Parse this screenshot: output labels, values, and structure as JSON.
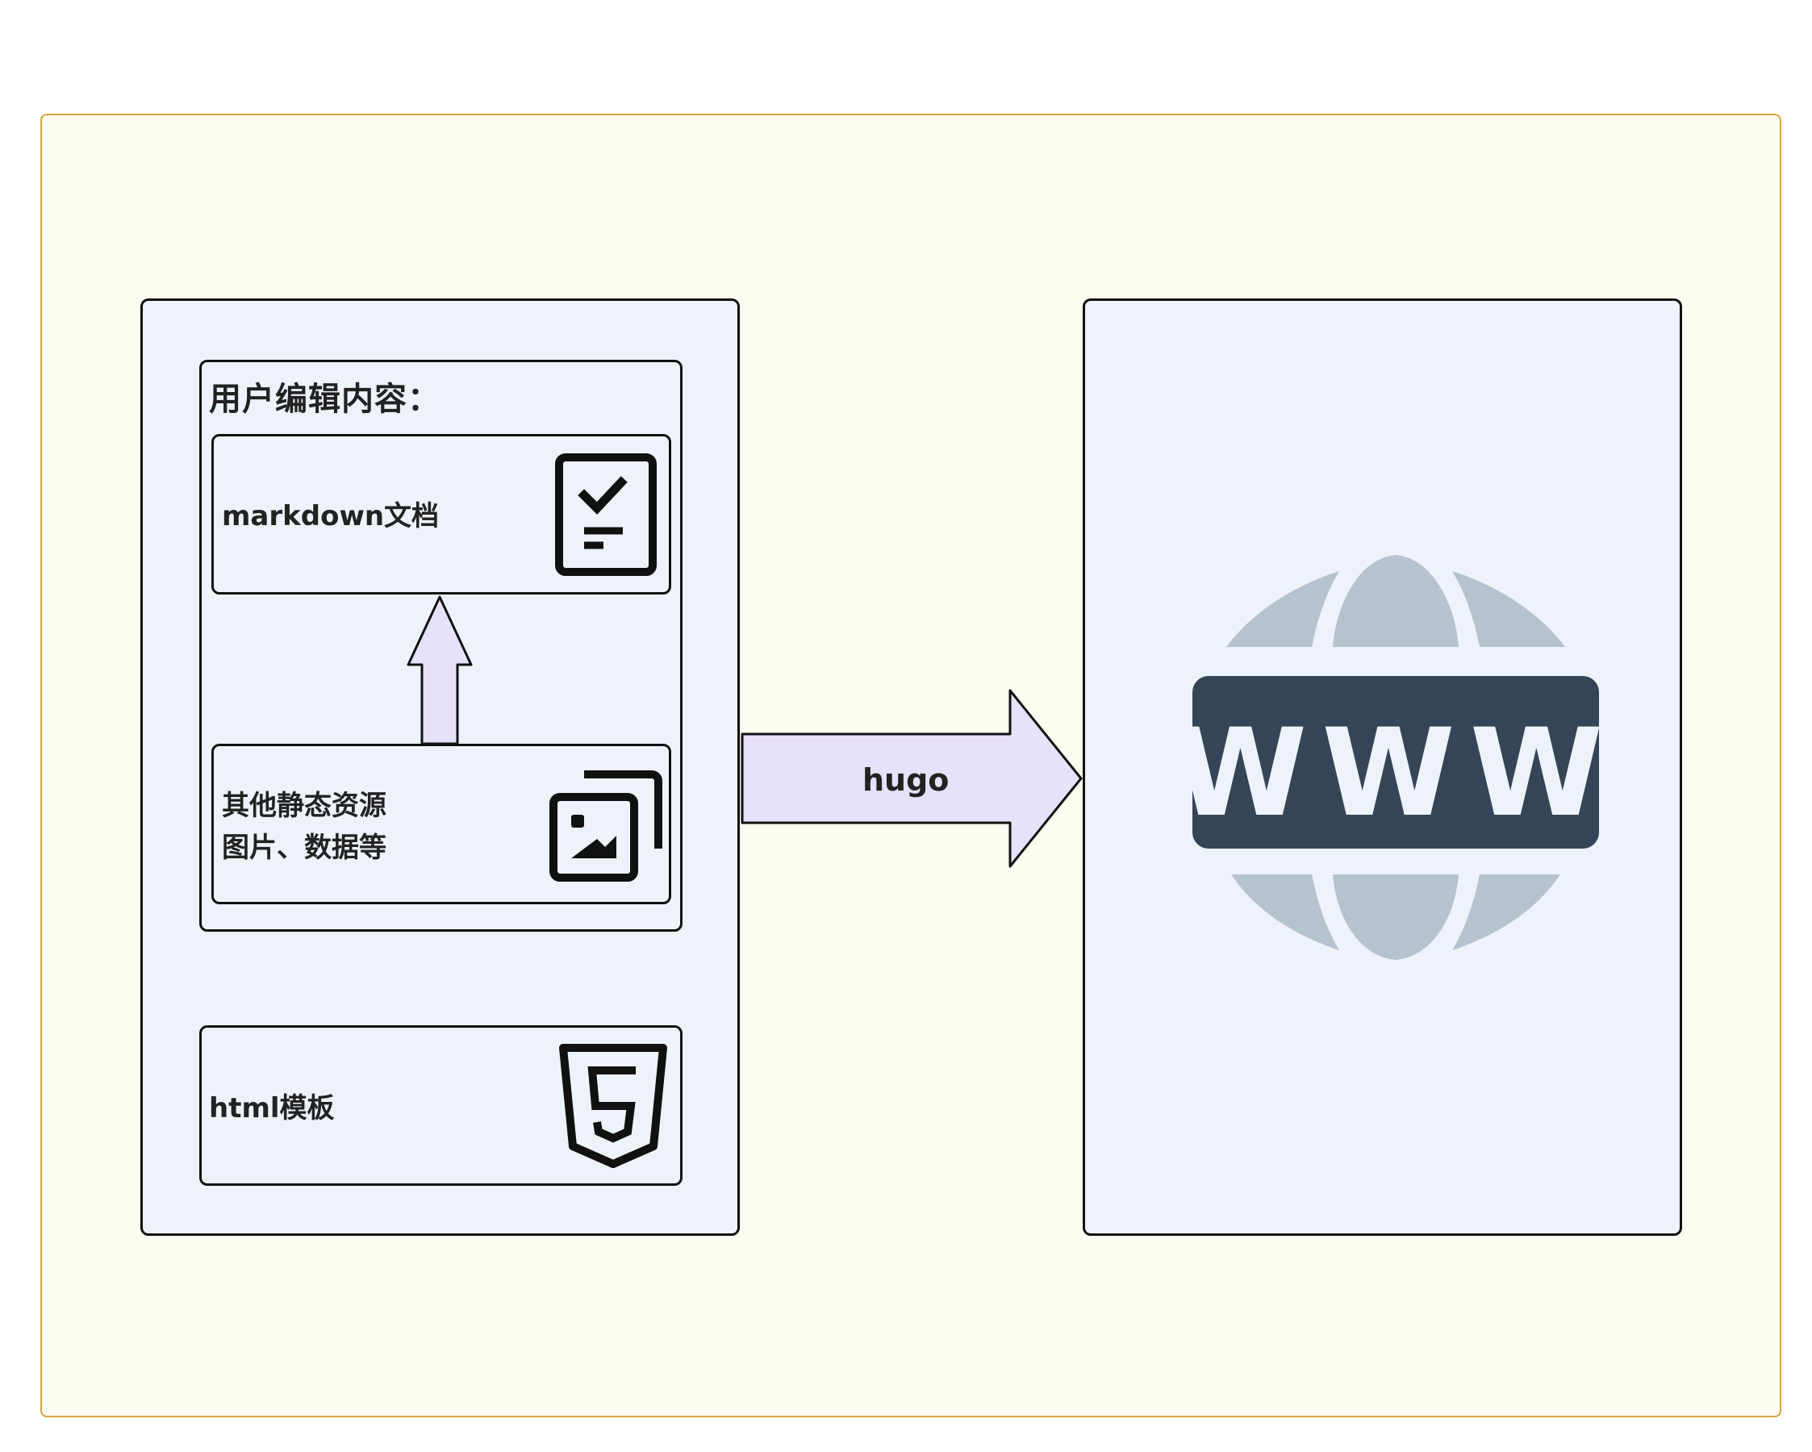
{
  "diagram": {
    "group_title": "用户编辑内容：",
    "markdown_label": "markdown文档",
    "static_label_line1": "其他静态资源",
    "static_label_line2": "图片、数据等",
    "html_label": "html模板",
    "arrow_label": "hugo",
    "www_text": "WWW"
  },
  "colors": {
    "frame_background": "#fdfcf0",
    "frame_border": "#d9a441",
    "panel_background": "#eef3fb",
    "arrow_fill": "#e8e1fa",
    "globe_light": "#b6c2ce",
    "globe_dark": "#344558"
  },
  "icons": {
    "markdown": "checklist-document-icon",
    "static": "image-gallery-icon",
    "html": "html5-shield-icon",
    "output": "www-globe-icon"
  }
}
